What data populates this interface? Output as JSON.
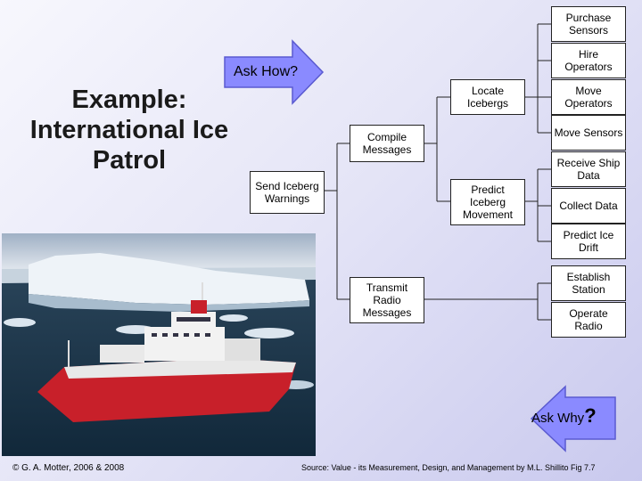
{
  "title": "Example: International Ice Patrol",
  "ask_how": "Ask How?",
  "ask_why": "Ask Why",
  "ask_why_mark": "?",
  "nodes": {
    "send_warnings": "Send Iceberg Warnings",
    "compile_messages": "Compile Messages",
    "transmit_messages": "Transmit Radio Messages",
    "locate_icebergs": "Locate Icebergs",
    "predict_movement": "Predict Iceberg Movement",
    "purchase_sensors": "Purchase Sensors",
    "hire_operators": "Hire Operators",
    "move_operators": "Move Operators",
    "move_sensors": "Move Sensors",
    "receive_ship_data": "Receive Ship Data",
    "collect_data": "Collect Data",
    "predict_ice_drift": "Predict Ice Drift",
    "establish_station": "Establish Station",
    "operate_radio": "Operate Radio"
  },
  "footer": {
    "copyright": "© G. A. Motter, 2006 & 2008",
    "source": "Source: Value - its Measurement, Design, and Management by M.L. Shillito Fig 7.7"
  },
  "colors": {
    "arrow_fill": "#7f7fff",
    "arrow_stroke": "#5a5ad0"
  }
}
